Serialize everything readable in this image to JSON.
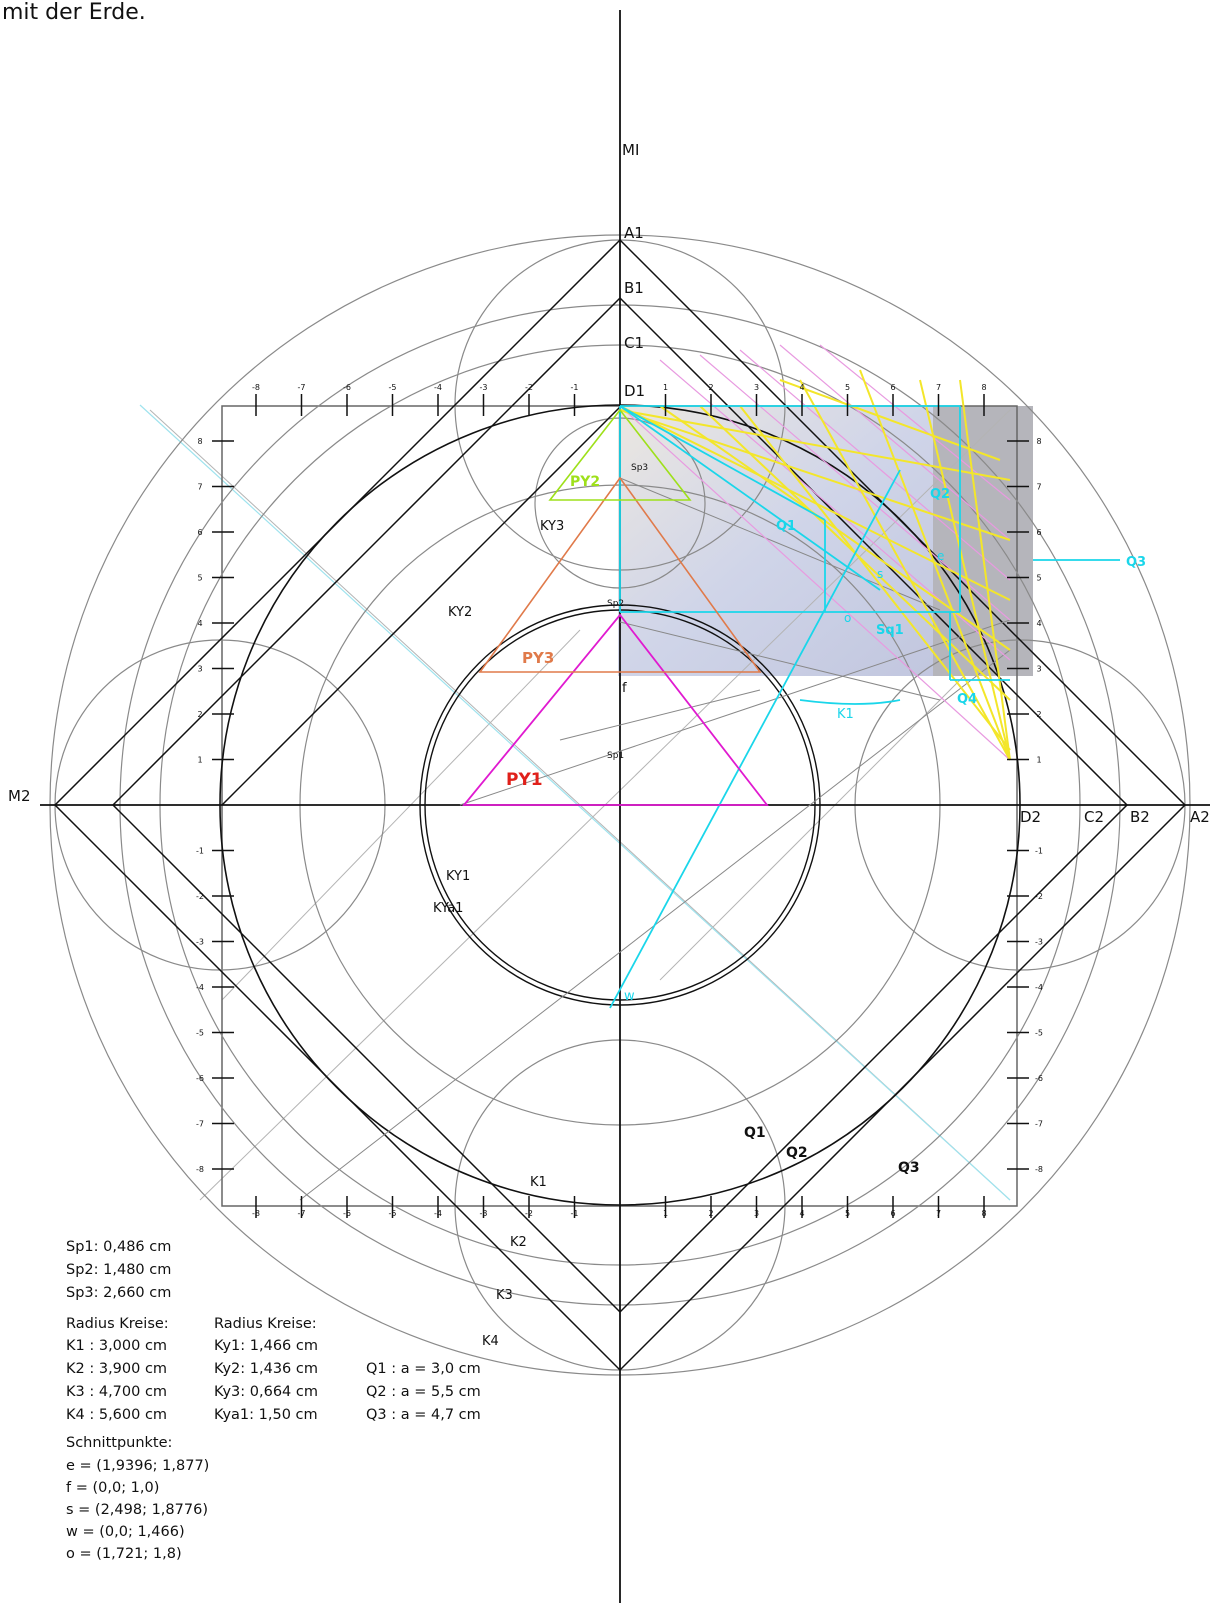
{
  "caption": "mit der Erde.",
  "axis_labels": {
    "top": "MI",
    "left": "M2",
    "A1": "A1",
    "B1": "B1",
    "C1": "C1",
    "D1": "D1",
    "A2": "A2",
    "B2": "B2",
    "C2": "C2",
    "D2": "D2"
  },
  "point_labels": {
    "sp1": "Sp1",
    "sp2": "Sp2",
    "sp3": "Sp3",
    "f": "f",
    "w": "w",
    "o": "o",
    "s": "s",
    "e": "e"
  },
  "shape_labels": {
    "py1": "PY1",
    "py2": "PY2",
    "py3": "PY3",
    "ky1": "KY1",
    "kya1": "KYa1",
    "ky2": "KY2",
    "ky3": "KY3",
    "k1": "K1",
    "k2": "K2",
    "k3": "K3",
    "k4": "K4",
    "k1_small": "K1",
    "q1": "Q1",
    "q2": "Q2",
    "q3": "Q3",
    "qr1": "Q1",
    "qr2": "Q2",
    "qr3": "Q3",
    "qr4": "Q4",
    "sq1": "Sq1"
  },
  "ticks": {
    "top": [
      "-8",
      "-7",
      "-6",
      "-5",
      "-4",
      "-3",
      "-2",
      "-1",
      "1",
      "2",
      "3",
      "4",
      "5",
      "6",
      "7",
      "8"
    ],
    "bottom": [
      "-8",
      "-7",
      "-6",
      "-5",
      "-4",
      "-3",
      "-2",
      "-1",
      "1",
      "2",
      "3",
      "4",
      "5",
      "6",
      "7",
      "8"
    ],
    "left_upper": [
      "8",
      "7",
      "6",
      "5",
      "4",
      "3",
      "2",
      "1"
    ],
    "left_lower": [
      "-1",
      "-2",
      "-3",
      "-4",
      "-5",
      "-6",
      "-7",
      "-8"
    ],
    "right_upper": [
      "8",
      "7",
      "6",
      "5",
      "4",
      "3",
      "2",
      "1"
    ],
    "right_lower": [
      "-1",
      "-2",
      "-3",
      "-4",
      "-5",
      "-6",
      "-7",
      "-8"
    ]
  },
  "legend": {
    "sp": [
      "Sp1: 0,486 cm",
      "Sp2: 1,480 cm",
      "Sp3: 2,660 cm"
    ],
    "radius_k_title": "Radius Kreise:",
    "radius_k": [
      "K1 : 3,000 cm",
      "K2 : 3,900 cm",
      "K3 : 4,700 cm",
      "K4 : 5,600 cm"
    ],
    "radius_ky_title": "Radius Kreise:",
    "radius_ky": [
      "Ky1: 1,466 cm",
      "Ky2: 1,436 cm",
      "Ky3: 0,664 cm",
      "Kya1: 1,50 cm"
    ],
    "q": [
      "Q1 : a = 3,0 cm",
      "Q2 : a = 5,5 cm",
      "Q3 : a = 4,7 cm"
    ],
    "schnitt_title": "Schnittpunkte:",
    "schnitt": [
      "e = (1,9396; 1,877)",
      "f = (0,0; 1,0)",
      "s = (2,498; 1,8776)",
      "w = (0,0; 1,466)",
      "o = (1,721; 1,8)"
    ]
  },
  "colors": {
    "black": "#111111",
    "gray": "#8a8a8a",
    "light_gray": "#b4b4b4",
    "cyan": "#1ad6ea",
    "magenta": "#e01ad0",
    "orange": "#e07a4a",
    "lime": "#9ee01a",
    "yellow": "#f3e62a",
    "red": "#e0201a",
    "pink": "#e89ae0",
    "photo_gray": "#b5b5bb",
    "photo_blue": "#8c98c8"
  }
}
